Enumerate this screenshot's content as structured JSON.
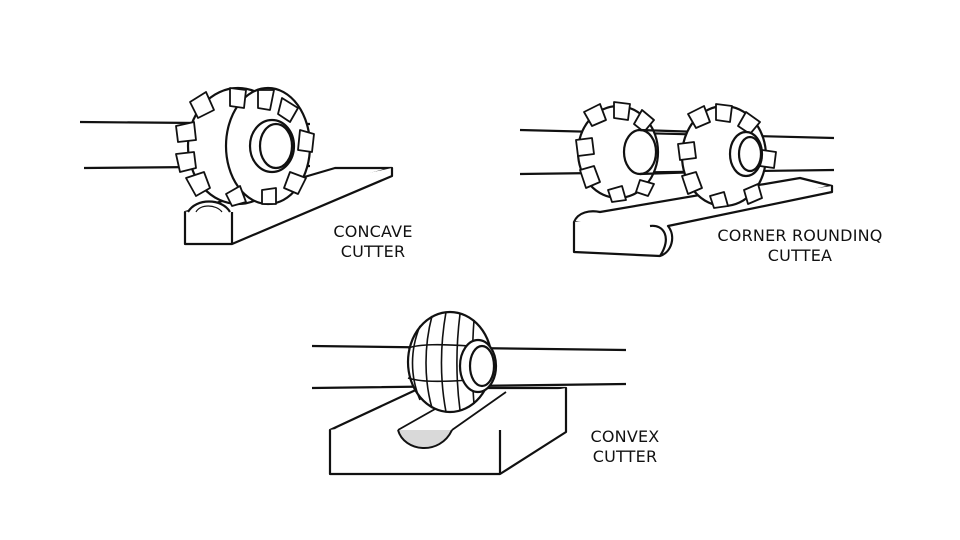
{
  "labels": {
    "concave": {
      "line1": "CONCAVE",
      "line2": "CUTTER"
    },
    "corner_rounding": {
      "line1": "CORNER ROUNDINQ",
      "line2": "CUTTEA"
    },
    "convex": {
      "line1": "CONVEX",
      "line2": "CUTTER"
    }
  },
  "colors": {
    "ink": "#111111",
    "paper": "#ffffff",
    "shade": "#d9d9d9"
  }
}
